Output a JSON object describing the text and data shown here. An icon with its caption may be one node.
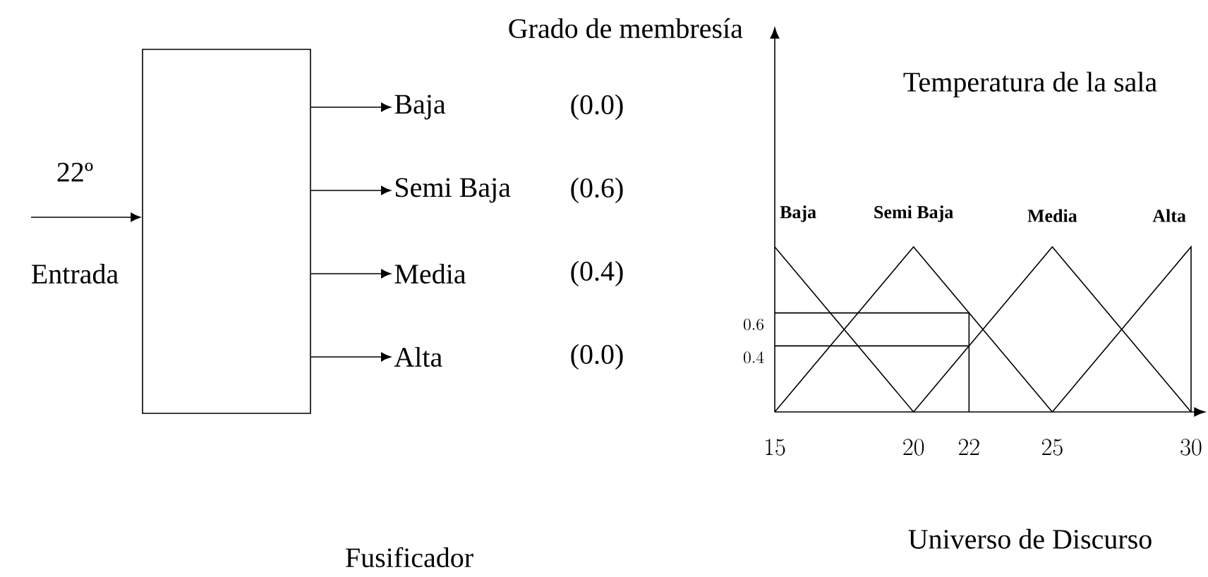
{
  "diagram": {
    "nodes": [
      {
        "text": [],
        "shape": "box"
      },
      {
        "text": [
          "Baja"
        ],
        "beside": [
          "(0.0)"
        ]
      },
      {
        "text": [
          "Semi Baja"
        ],
        "beside": [
          "(0.6)"
        ]
      },
      {
        "text": [
          "Media"
        ],
        "beside": [
          "(0.4)"
        ]
      },
      {
        "text": [
          "Alta"
        ],
        "beside": [
          "(0.0)"
        ]
      }
    ],
    "edges": [
      {
        "from": null,
        "to": 0,
        "arrow": "to",
        "label": "22º"
      },
      {
        "from": 0,
        "to": 1,
        "arrow": "to"
      },
      {
        "from": 0,
        "to": 2,
        "arrow": "to"
      },
      {
        "from": 0,
        "to": 3,
        "arrow": "to"
      },
      {
        "from": 0,
        "to": 4,
        "arrow": "to"
      }
    ],
    "labels": [
      "Entrada",
      "Fusificador"
    ],
    "chart_data": {
      "type": "line",
      "title": "Temperatura de la sala",
      "xlabel": "Universo de Discurso",
      "ylabel": "Grado de membresía",
      "x": [
        15,
        20,
        25,
        30,
        30,
        15,
        22,
        22,
        15,
        22
      ],
      "series": [
        {
          "name": "Baja",
          "values": [
            1,
            0,
            null,
            null,
            null,
            null,
            null,
            null,
            null,
            null
          ]
        },
        {
          "name": "Semi Baja",
          "values": [
            0,
            1,
            0,
            null,
            null,
            null,
            null,
            null,
            null,
            null
          ]
        },
        {
          "name": "Media",
          "values": [
            null,
            0,
            1,
            0,
            null,
            null,
            null,
            null,
            null,
            null
          ]
        },
        {
          "name": "Alta",
          "values": [
            null,
            null,
            0,
            1,
            0,
            null,
            null,
            null,
            null,
            null
          ]
        },
        {
          "values": [
            null,
            null,
            null,
            null,
            null,
            0.6,
            0.6,
            0,
            null,
            null
          ]
        },
        {
          "values": [
            null,
            null,
            null,
            null,
            null,
            null,
            null,
            null,
            0.4,
            0.4
          ]
        }
      ],
      "xticks": [
        15,
        20,
        22,
        25,
        30
      ],
      "yticks": [
        0.4,
        0.6
      ],
      "xlim": [
        15,
        30.16
      ],
      "ylim": [
        0,
        2.27
      ]
    }
  }
}
